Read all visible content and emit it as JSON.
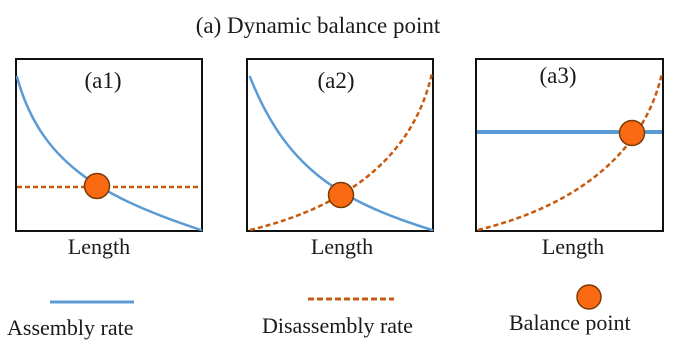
{
  "figure": {
    "title": "(a) Dynamic balance point"
  },
  "colors": {
    "assembly": "#5b9bd5",
    "disassembly": "#c55a11",
    "balance_fill": "#f96a12",
    "balance_stroke": "#7a3b05",
    "frame": "#111111"
  },
  "panels": [
    {
      "label": "(a1)",
      "xlabel": "Length",
      "assembly": "decreasing",
      "disassembly": "constant"
    },
    {
      "label": "(a2)",
      "xlabel": "Length",
      "assembly": "decreasing",
      "disassembly": "increasing"
    },
    {
      "label": "(a3)",
      "xlabel": "Length",
      "assembly": "constant",
      "disassembly": "increasing"
    }
  ],
  "legend": {
    "assembly": "Assembly rate",
    "disassembly": "Disassembly rate",
    "balance": "Balance point"
  }
}
